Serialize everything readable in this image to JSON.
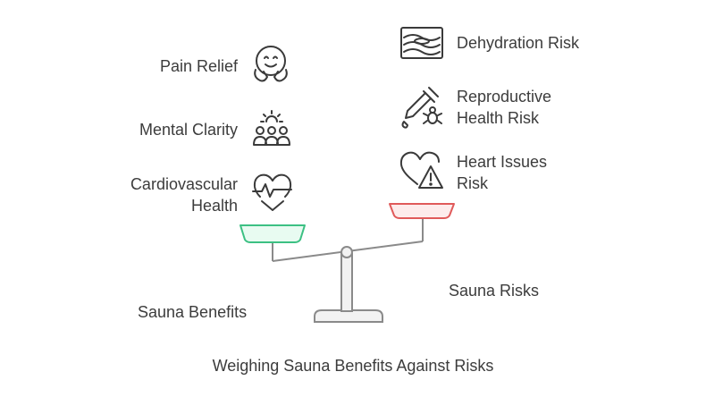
{
  "benefits": {
    "title": "Sauna Benefits",
    "items": [
      {
        "label": "Pain Relief",
        "icon": "hugging-face-icon"
      },
      {
        "label": "Mental Clarity",
        "icon": "group-idea-icon"
      },
      {
        "label_line1": "Cardiovascular",
        "label_line2": "Health",
        "icon": "heart-rate-icon"
      }
    ],
    "pan_color": "#e8fbf1",
    "pan_stroke": "#3cc083"
  },
  "risks": {
    "title": "Sauna Risks",
    "items": [
      {
        "label": "Dehydration Risk",
        "icon": "dry-skin-icon"
      },
      {
        "label_line1": "Reproductive",
        "label_line2": "Health Risk",
        "icon": "pipette-bug-icon"
      },
      {
        "label_line1": "Heart Issues",
        "label_line2": "Risk",
        "icon": "heart-warning-icon"
      }
    ],
    "pan_color": "#fdecec",
    "pan_stroke": "#e05a5a"
  },
  "caption": "Weighing Sauna Benefits Against Risks"
}
